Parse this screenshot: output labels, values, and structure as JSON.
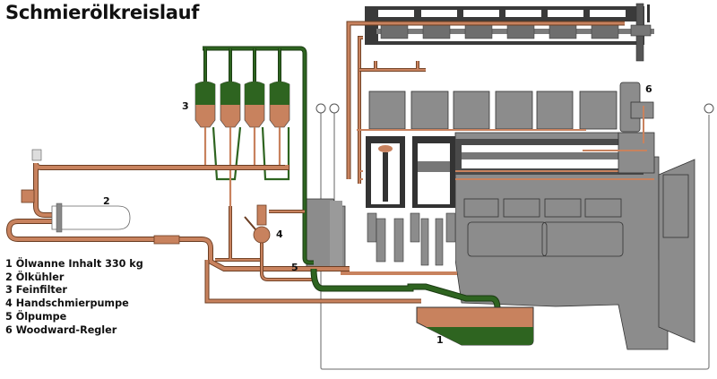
{
  "title": "Schmierölkreislauf",
  "legend": [
    {
      "number": "1",
      "text": "Ölwanne Inhalt 330 kg"
    },
    {
      "number": "2",
      "text": "Ölkühler"
    },
    {
      "number": "3",
      "text": "Feinfilter"
    },
    {
      "number": "4",
      "text": "Handschmierpumpe"
    },
    {
      "number": "5",
      "text": "Ölpumpe"
    },
    {
      "number": "6",
      "text": "Woodward-Regler"
    }
  ],
  "callouts": {
    "oil_pan": "1",
    "oil_cooler": "2",
    "fine_filter": "3",
    "hand_pump": "4",
    "oil_pump": "5",
    "governor": "6"
  },
  "colors": {
    "pressure_oil": "#c8825e",
    "return_oil": "#2e6420",
    "engine_body": "#8c8c8c",
    "engine_dark": "#3a3a3a",
    "outline": "#333333",
    "gauge_line": "#888888"
  }
}
